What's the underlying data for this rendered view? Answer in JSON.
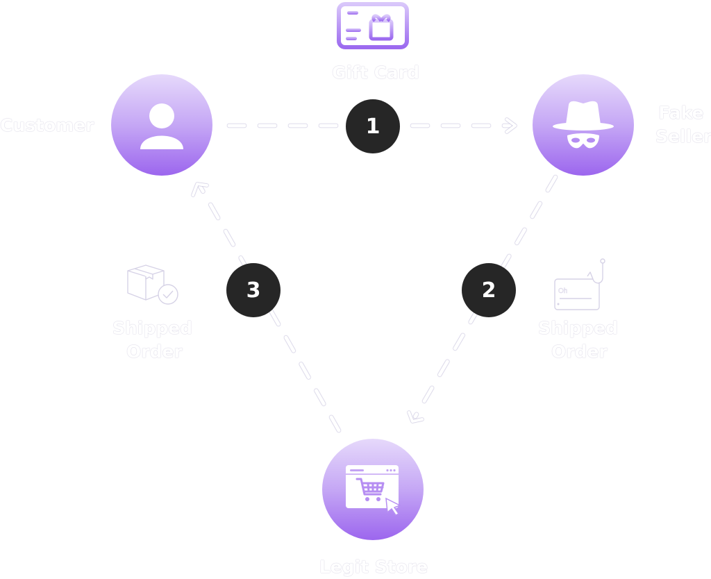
{
  "nodes": {
    "customer": {
      "label": "Customer",
      "icon": "person-icon"
    },
    "fake_seller": {
      "label_line1": "Fake",
      "label_line2": "Seller",
      "icon": "incognito-icon"
    },
    "legit_store": {
      "label": "Legit Store",
      "icon": "shopping-cart-browser-icon"
    }
  },
  "gift_card": {
    "label": "Gift Card",
    "icon": "gift-card-icon"
  },
  "steps": [
    "1",
    "2",
    "3"
  ],
  "annotations": {
    "left": {
      "line1": "Shipped",
      "line2": "Order",
      "icon": "package-check-icon"
    },
    "right": {
      "line1": "Shipped",
      "line2": "Order",
      "icon": "card-phishing-hook-icon",
      "card_text": "Oh"
    }
  },
  "colors": {
    "node_top": "#e6d9fb",
    "node_bottom": "#9c66ee",
    "badge": "#262626",
    "label": "#ffffff"
  }
}
